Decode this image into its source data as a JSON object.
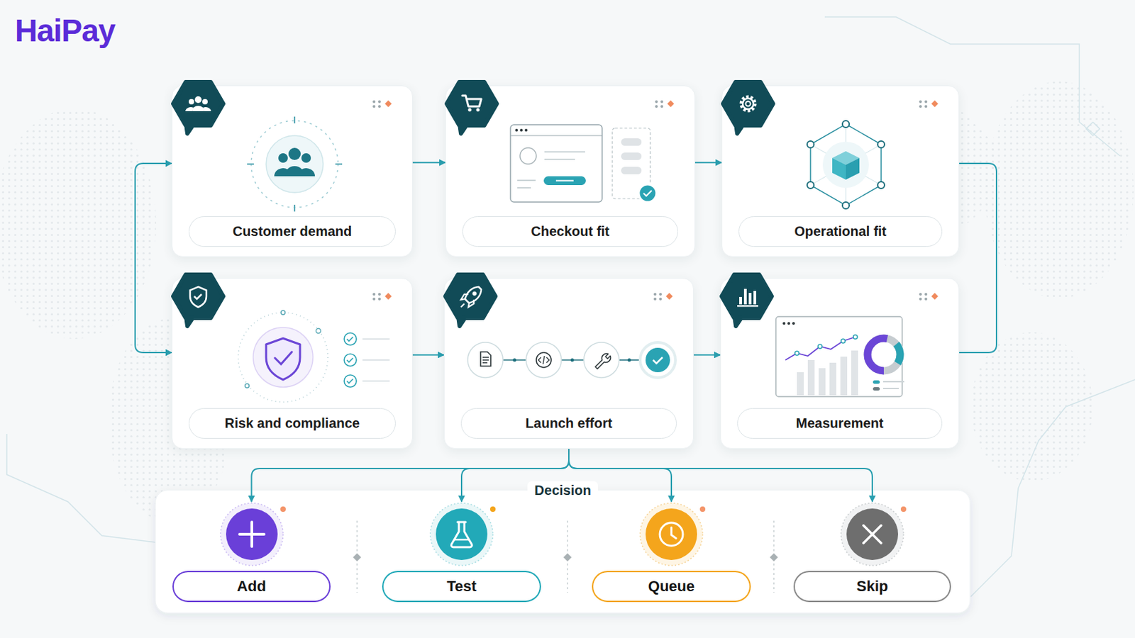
{
  "diagram": {
    "nodes": [
      {
        "text": [
          "Customer demand"
        ]
      },
      {
        "text": [
          "Checkout fit"
        ]
      },
      {
        "text": [
          "Operational fit"
        ]
      },
      {
        "text": [
          "Risk and compliance"
        ]
      },
      {
        "text": [
          "Launch effort"
        ]
      },
      {
        "text": [
          "Measurement"
        ]
      },
      {
        "text": [
          "Decision"
        ]
      },
      {
        "text": [
          "Add"
        ],
        "in": 6
      },
      {
        "text": [
          "Test"
        ],
        "in": 6
      },
      {
        "text": [
          "Queue"
        ],
        "in": 6
      },
      {
        "text": [
          "Skip"
        ],
        "in": 6
      }
    ],
    "edges": [
      {
        "from": 0,
        "to": 1,
        "arrow": "to"
      },
      {
        "from": 1,
        "to": 2,
        "arrow": "to"
      },
      {
        "from": 2,
        "to": 5,
        "arrow": "none"
      },
      {
        "from": 0,
        "to": 3,
        "arrow": "both"
      },
      {
        "from": 3,
        "to": 4,
        "arrow": "to"
      },
      {
        "from": 4,
        "to": 5,
        "arrow": "to"
      },
      {
        "from": 4,
        "to": 7,
        "arrow": "to"
      },
      {
        "from": 4,
        "to": 8,
        "arrow": "to"
      },
      {
        "from": 4,
        "to": 9,
        "arrow": "to"
      },
      {
        "from": 4,
        "to": 10,
        "arrow": "to"
      }
    ],
    "labels": [
      "HaiPay"
    ]
  }
}
